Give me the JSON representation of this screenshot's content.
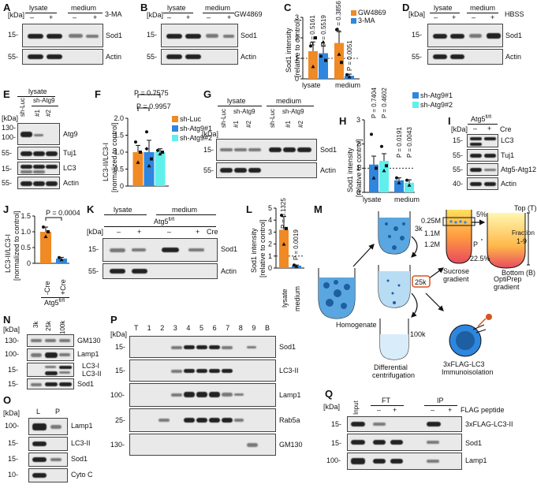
{
  "panels": {
    "A": "A",
    "B": "B",
    "C": "C",
    "D": "D",
    "E": "E",
    "F": "F",
    "G": "G",
    "H": "H",
    "I": "I",
    "J": "J",
    "K": "K",
    "L": "L",
    "M": "M",
    "N": "N",
    "O": "O",
    "P": "P",
    "Q": "Q"
  },
  "common": {
    "kda": "[kDa]",
    "lysate": "lysate",
    "medium": "medium",
    "minus": "–",
    "plus": "+",
    "actin": "Actin",
    "sod1": "Sod1",
    "m15": "15-",
    "m55": "55-",
    "m100": "100-",
    "m130": "130-",
    "m25": "25-",
    "m10": "10-",
    "m40": "40-",
    "m1005": "100-"
  },
  "A": {
    "treatment": "3-MA"
  },
  "B": {
    "treatment": "GW4869"
  },
  "C": {
    "ylabel1": "Sod1 intensity",
    "ylabel2": "[relative to control]",
    "p1": "P = 0.5161",
    "p2": "P = 0.5519",
    "p3": "P = 0.3856",
    "p4": "P = 0.0051",
    "legend": [
      "GW4869",
      "3-MA"
    ],
    "x": [
      "lysate",
      "medium"
    ],
    "yt": [
      "0",
      "1",
      "2",
      "3"
    ]
  },
  "D": {
    "treatment": "HBSS"
  },
  "E": {
    "shluc": "sh-Luc",
    "shatg9": "sh-Atg9",
    "n1": "#1",
    "n2": "#2",
    "rows": [
      "Atg9",
      "Tuj1",
      "LC3",
      "Actin"
    ],
    "mk": [
      "130-",
      "100-",
      "55-",
      "15-",
      "55-"
    ]
  },
  "F": {
    "ylabel1": "LC3-II/LC3-I",
    "ylabel2": "[normalized to control]",
    "p1": "P = 0.7575",
    "p2": "P = 0.9957",
    "legend": [
      "sh-Luc",
      "sh-Atg9#1",
      "sh-Atg9#2"
    ],
    "yt": [
      "0",
      "0.5",
      "1.0",
      "1.5",
      "2.0"
    ]
  },
  "G": {
    "shluc": "sh-Luc",
    "shatg9": "sh-Atg9",
    "n1": "#1",
    "n2": "#2"
  },
  "H": {
    "ylabel1": "Sod1 intensity",
    "ylabel2": "[relative to control]",
    "p1": "P = 0.7404",
    "p2": "P = 0.4602",
    "p3": "P = 0.0191",
    "p4": "P = 0.0043",
    "legend": [
      "sh-Atg9#1",
      "sh-Atg9#2"
    ],
    "x": [
      "lysate",
      "medium"
    ],
    "yt": [
      "0",
      "1",
      "2",
      "3"
    ]
  },
  "I": {
    "geno": "Atg5",
    "sup": "fl/fl",
    "cre": "Cre",
    "rows": [
      "LC3",
      "Tuj1",
      "Atg5-Atg12",
      "Actin"
    ],
    "mk": [
      "15-",
      "55-",
      "55-",
      "40-"
    ]
  },
  "J": {
    "ylabel1": "LC3-II/LC3-I",
    "ylabel2": "[normalized to control]",
    "p": "P = 0.0004",
    "x": [
      "-Cre",
      "+Cre"
    ],
    "geno": "Atg5",
    "sup": "fl/fl",
    "yt": [
      "0",
      "0.5",
      "1.0",
      "1.5"
    ]
  },
  "K": {
    "geno": "Atg5",
    "sup": "fl/fl",
    "cre": "Cre"
  },
  "L": {
    "ylabel1": "Sod1 intensity",
    "ylabel2": "[relative to control]",
    "p1": "P = 0.1325",
    "p2": "P = 0.0019",
    "x": [
      "lysate",
      "medium"
    ],
    "yt": [
      "0",
      "1",
      "2",
      "3",
      "4",
      "5"
    ]
  },
  "M": {
    "homogenate": "Homogenate",
    "k3": "3k",
    "k25": "25k",
    "k100": "100k",
    "diff1": "Differential",
    "diff2": "centrifugation",
    "m025": "0.25M",
    "m11": "1.1M",
    "m12": "1.2M",
    "p": "P",
    "suc1": "Sucrose",
    "suc2": "gradient",
    "pct5": "5%",
    "pct225": "22.5%",
    "top": "Top (T)",
    "frac1": "Fraction",
    "frac2": "1-9",
    "bottom": "Bottom (B)",
    "opti1": "OptiPrep",
    "opti2": "gradient",
    "flag1": "3xFLAG-LC3",
    "flag2": "Immunoisolation"
  },
  "N": {
    "cols": [
      "3k",
      "25k",
      "100k"
    ],
    "rows": [
      "GM130",
      "Lamp1",
      "LC3-I",
      "LC3-II",
      "Sod1"
    ],
    "mk": [
      "130-",
      "100-",
      "15-",
      "15-"
    ]
  },
  "O": {
    "cols": [
      "L",
      "P"
    ],
    "rows": [
      "Lamp1",
      "LC3-II",
      "Sod1",
      "Cyto C"
    ],
    "mk": [
      "100-",
      "15-",
      "15-",
      "10-"
    ]
  },
  "P": {
    "cols": [
      "T",
      "1",
      "2",
      "3",
      "4",
      "5",
      "6",
      "7",
      "8",
      "9",
      "B"
    ],
    "rows": [
      "Sod1",
      "LC3-II",
      "Lamp1",
      "Rab5a",
      "GM130"
    ],
    "mk": [
      "15-",
      "15-",
      "100-",
      "25-",
      "130-"
    ]
  },
  "Q": {
    "input": "Input",
    "ft": "FT",
    "ip": "IP",
    "flag": "FLAG peptide",
    "rows": [
      "3xFLAG-LC3-II",
      "Sod1",
      "Lamp1"
    ],
    "mk": [
      "15-",
      "15-",
      "100-"
    ]
  },
  "colors": {
    "orange": "#f08a24",
    "blue": "#2e86de",
    "cyan": "#5ff0ec",
    "black": "#111111"
  }
}
